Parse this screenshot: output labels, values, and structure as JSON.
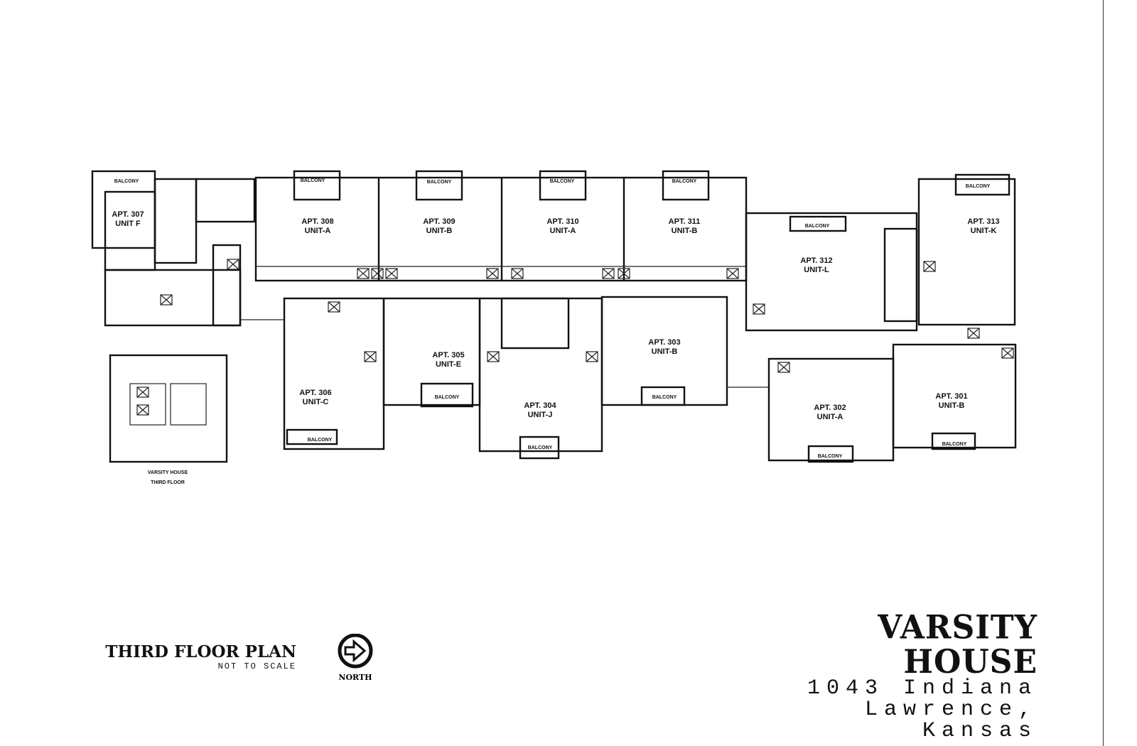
{
  "project": {
    "name": "VARSITY HOUSE",
    "address_line1": "1043 Indiana",
    "address_line2": "Lawrence, Kansas"
  },
  "plan": {
    "title": "THIRD FLOOR PLAN",
    "subtitle": "NOT TO SCALE",
    "north_label": "NORTH",
    "north_icon": "arrow-right-circle-icon"
  },
  "key_plan": {
    "line1": "VARSITY HOUSE",
    "line2": "THIRD FLOOR"
  },
  "balcony_label": "BALCONY",
  "apartments": [
    {
      "apt": "APT. 307",
      "unit": "UNIT F"
    },
    {
      "apt": "APT. 308",
      "unit": "UNIT-A"
    },
    {
      "apt": "APT. 309",
      "unit": "UNIT-B"
    },
    {
      "apt": "APT. 310",
      "unit": "UNIT-A"
    },
    {
      "apt": "APT. 311",
      "unit": "UNIT-B"
    },
    {
      "apt": "APT. 312",
      "unit": "UNIT-L"
    },
    {
      "apt": "APT. 313",
      "unit": "UNIT-K"
    },
    {
      "apt": "APT. 306",
      "unit": "UNIT-C"
    },
    {
      "apt": "APT. 305",
      "unit": "UNIT-E"
    },
    {
      "apt": "APT. 304",
      "unit": "UNIT-J"
    },
    {
      "apt": "APT. 303",
      "unit": "UNIT-B"
    },
    {
      "apt": "APT. 302",
      "unit": "UNIT-A"
    },
    {
      "apt": "APT. 301",
      "unit": "UNIT-B"
    }
  ]
}
